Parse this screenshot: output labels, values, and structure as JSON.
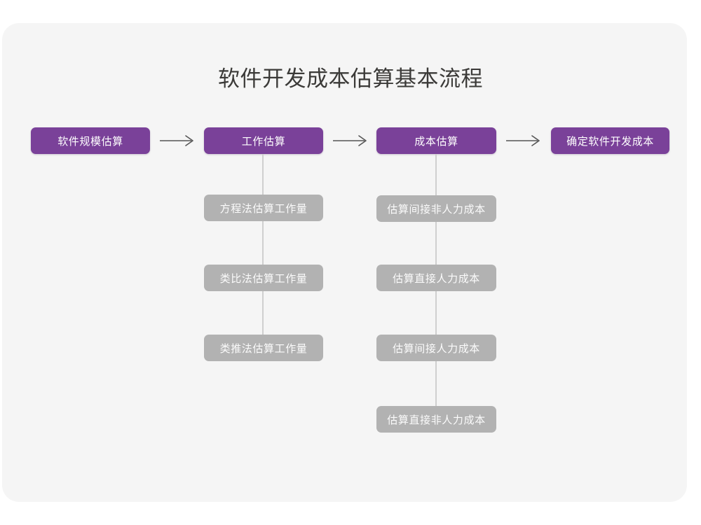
{
  "page": {
    "title": "软件开发成本估算基本流程",
    "background_color": "#ffffff",
    "card_color": "#f5f5f5"
  },
  "colors": {
    "primary": "#7a4199",
    "secondary": "#b2b2b2",
    "title_text": "#3b3a38",
    "connector": "#cfcfcf",
    "arrow": "#555555",
    "node_text": "#ffffff"
  },
  "flow": {
    "main_steps": [
      {
        "id": "step-1",
        "label": "软件规模估算"
      },
      {
        "id": "step-2",
        "label": "工作估算"
      },
      {
        "id": "step-3",
        "label": "成本估算"
      },
      {
        "id": "step-4",
        "label": "确定软件开发成本"
      }
    ],
    "arrows": [
      {
        "id": "arrow-1",
        "name": "arrow-step1-to-step2",
        "glyph": "→"
      },
      {
        "id": "arrow-2",
        "name": "arrow-step2-to-step3",
        "glyph": "→"
      },
      {
        "id": "arrow-3",
        "name": "arrow-step3-to-step4",
        "glyph": "→"
      }
    ],
    "branches": [
      {
        "id": "branch-work-estimation",
        "parent": "step-2",
        "items": [
          {
            "id": "work-1",
            "label": "方程法估算工作量"
          },
          {
            "id": "work-2",
            "label": "类比法估算工作量"
          },
          {
            "id": "work-3",
            "label": "类推法估算工作量"
          }
        ]
      },
      {
        "id": "branch-cost-estimation",
        "parent": "step-3",
        "items": [
          {
            "id": "cost-1",
            "label": "估算间接非人力成本"
          },
          {
            "id": "cost-2",
            "label": "估算直接人力成本"
          },
          {
            "id": "cost-3",
            "label": "估算间接人力成本"
          },
          {
            "id": "cost-4",
            "label": "估算直接非人力成本"
          }
        ]
      }
    ]
  }
}
